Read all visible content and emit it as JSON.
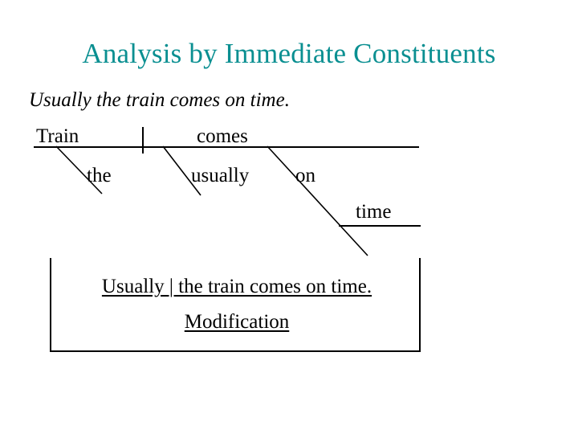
{
  "slide": {
    "title": "Analysis by Immediate Constituents",
    "title_color": "#0a8f91",
    "background_color": "#ffffff",
    "ink_color": "#000000"
  },
  "sentence": {
    "text": "Usually the train comes on time."
  },
  "diagram": {
    "words": {
      "subject": "Train",
      "predicate": "comes",
      "determiner": "the",
      "adverb": "usually",
      "preposition": "on",
      "object_of_preposition": "time"
    }
  },
  "box": {
    "line1": "Usually | the train comes on time.",
    "line2": "Modification"
  }
}
